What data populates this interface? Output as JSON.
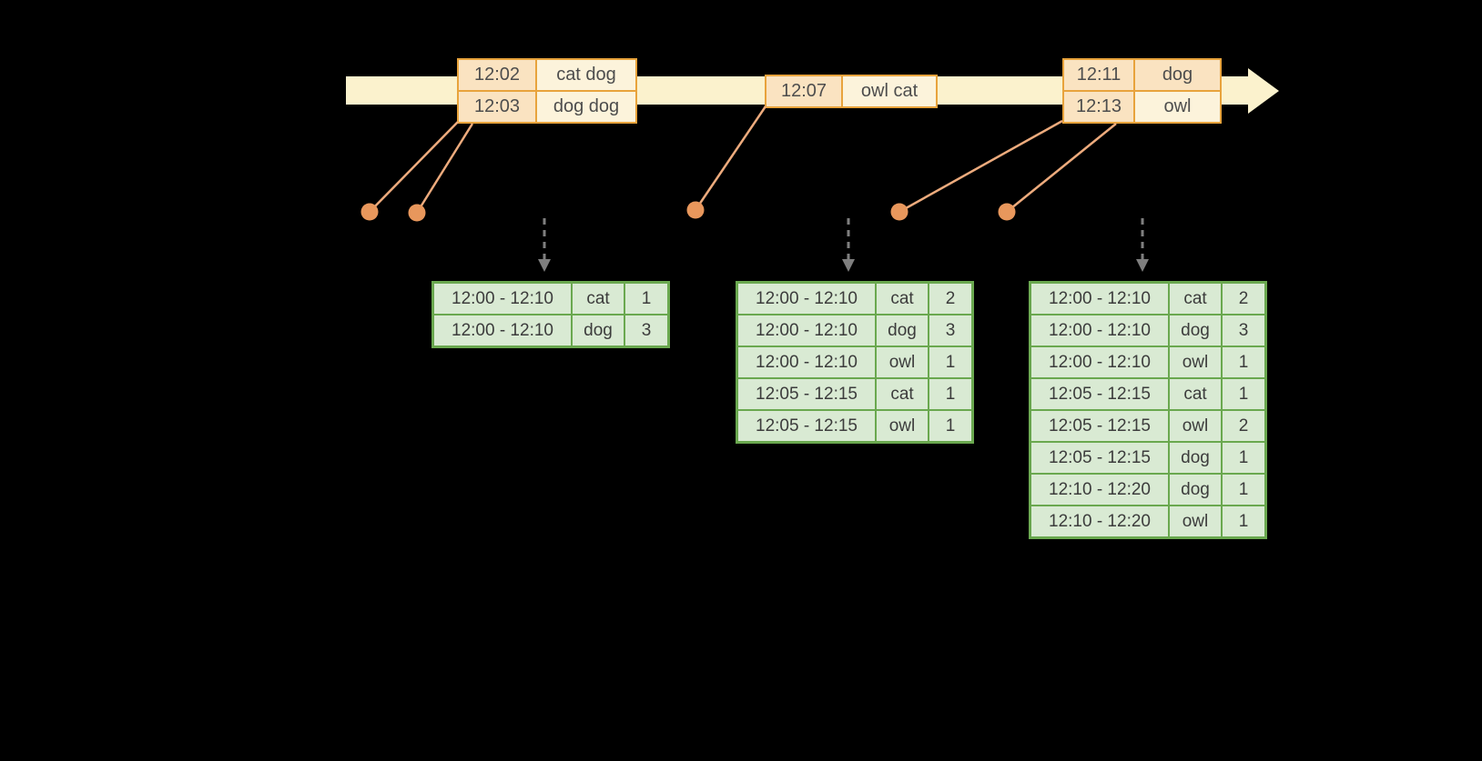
{
  "colors": {
    "background": "#000000",
    "timeline_fill": "#FBF2CD",
    "event_border": "#E8A33C",
    "event_time_fill": "#FAE3C1",
    "event_word_fill": "#FCF3DB",
    "dot_fill": "#E8975C",
    "connector_line": "#EDAB7D",
    "trigger_arrow": "#7F7F7F",
    "result_border": "#6AA84F",
    "result_fill": "#D9EAD3"
  },
  "icons": {
    "timeline_arrowhead": "right-pointing triangle (css shape)",
    "trigger_arrow": "dashed down arrow (svg)"
  },
  "events": [
    {
      "rows": [
        {
          "time": "12:02",
          "words": "cat dog"
        },
        {
          "time": "12:03",
          "words": "dog dog"
        }
      ]
    },
    {
      "rows": [
        {
          "time": "12:07",
          "words": "owl cat"
        }
      ]
    },
    {
      "rows": [
        {
          "time": "12:11",
          "words": "dog"
        },
        {
          "time": "12:13",
          "words": "owl"
        }
      ]
    }
  ],
  "result_tables": [
    {
      "rows": [
        {
          "window": "12:00 - 12:10",
          "word": "cat",
          "count": "1"
        },
        {
          "window": "12:00 - 12:10",
          "word": "dog",
          "count": "3"
        }
      ]
    },
    {
      "rows": [
        {
          "window": "12:00 - 12:10",
          "word": "cat",
          "count": "2"
        },
        {
          "window": "12:00 - 12:10",
          "word": "dog",
          "count": "3"
        },
        {
          "window": "12:00 - 12:10",
          "word": "owl",
          "count": "1"
        },
        {
          "window": "12:05 - 12:15",
          "word": "cat",
          "count": "1"
        },
        {
          "window": "12:05 - 12:15",
          "word": "owl",
          "count": "1"
        }
      ]
    },
    {
      "rows": [
        {
          "window": "12:00 - 12:10",
          "word": "cat",
          "count": "2"
        },
        {
          "window": "12:00 - 12:10",
          "word": "dog",
          "count": "3"
        },
        {
          "window": "12:00 - 12:10",
          "word": "owl",
          "count": "1"
        },
        {
          "window": "12:05 - 12:15",
          "word": "cat",
          "count": "1"
        },
        {
          "window": "12:05 - 12:15",
          "word": "owl",
          "count": "2"
        },
        {
          "window": "12:05 - 12:15",
          "word": "dog",
          "count": "1"
        },
        {
          "window": "12:10 - 12:20",
          "word": "dog",
          "count": "1"
        },
        {
          "window": "12:10 - 12:20",
          "word": "owl",
          "count": "1"
        }
      ]
    }
  ]
}
